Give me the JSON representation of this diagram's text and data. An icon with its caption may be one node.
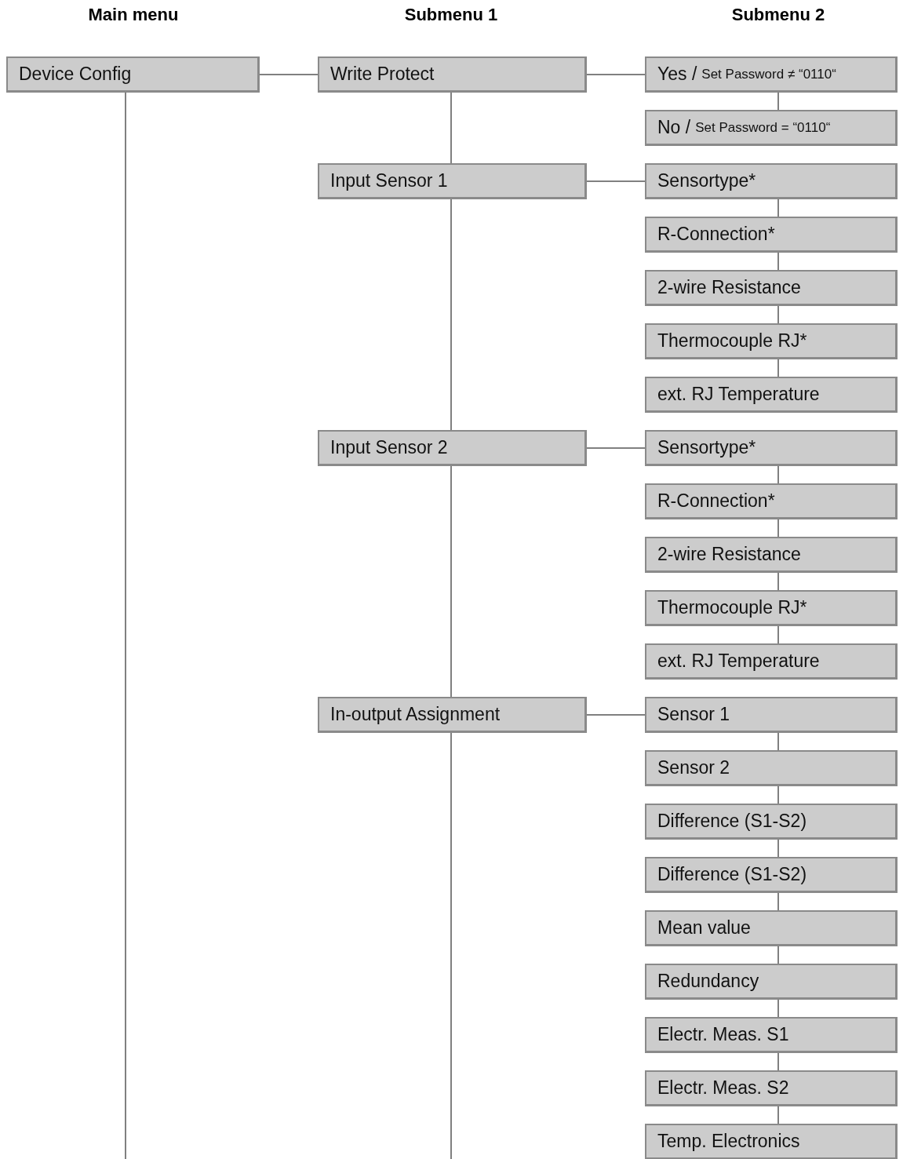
{
  "diagram": {
    "nodes": [
      {
        "text": [
          "Device Config"
        ]
      },
      {
        "text": [
          "Write Protect"
        ]
      },
      {
        "text": [
          "Yes /",
          "Set Password ≠ “0110“"
        ]
      },
      {
        "text": [
          "No /",
          "Set Password = “0110“"
        ]
      },
      {
        "text": [
          "Input Sensor 1"
        ]
      },
      {
        "text": [
          "Sensortype*"
        ]
      },
      {
        "text": [
          "R-Connection*"
        ]
      },
      {
        "text": [
          "2-wire Resistance"
        ]
      },
      {
        "text": [
          "Thermocouple RJ*"
        ]
      },
      {
        "text": [
          "ext. RJ Temperature"
        ]
      },
      {
        "text": [
          "Input Sensor 2"
        ]
      },
      {
        "text": [
          "Sensortype*"
        ]
      },
      {
        "text": [
          "R-Connection*"
        ]
      },
      {
        "text": [
          "2-wire Resistance"
        ]
      },
      {
        "text": [
          "Thermocouple RJ*"
        ]
      },
      {
        "text": [
          "ext. RJ Temperature"
        ]
      },
      {
        "text": [
          "In-output Assignment"
        ]
      },
      {
        "text": [
          "Sensor 1"
        ]
      },
      {
        "text": [
          "Sensor 2"
        ]
      },
      {
        "text": [
          "Difference (S1-S2)"
        ]
      },
      {
        "text": [
          "Difference (S1-S2)"
        ]
      },
      {
        "text": [
          "Mean value"
        ]
      },
      {
        "text": [
          "Redundancy"
        ]
      },
      {
        "text": [
          "Electr. Meas. S1"
        ]
      },
      {
        "text": [
          "Electr. Meas. S2"
        ]
      },
      {
        "text": [
          "Temp. Electronics"
        ]
      }
    ],
    "edges": [
      {
        "from": 0,
        "to": 1,
        "arrow": "none"
      },
      {
        "from": 0,
        "to": null,
        "arrow": "none"
      },
      {
        "from": 1,
        "to": 2,
        "arrow": "none"
      },
      {
        "from": 2,
        "to": 3,
        "arrow": "none"
      },
      {
        "from": 1,
        "to": 4,
        "arrow": "none"
      },
      {
        "from": 4,
        "to": 5,
        "arrow": "none"
      },
      {
        "from": 5,
        "to": 6,
        "arrow": "none"
      },
      {
        "from": 6,
        "to": 7,
        "arrow": "none"
      },
      {
        "from": 7,
        "to": 8,
        "arrow": "none"
      },
      {
        "from": 8,
        "to": 9,
        "arrow": "none"
      },
      {
        "from": 4,
        "to": 10,
        "arrow": "none"
      },
      {
        "from": 10,
        "to": 11,
        "arrow": "none"
      },
      {
        "from": 11,
        "to": 12,
        "arrow": "none"
      },
      {
        "from": 12,
        "to": 13,
        "arrow": "none"
      },
      {
        "from": 13,
        "to": 14,
        "arrow": "none"
      },
      {
        "from": 14,
        "to": 15,
        "arrow": "none"
      },
      {
        "from": 10,
        "to": 16,
        "arrow": "none"
      },
      {
        "from": 16,
        "to": 17,
        "arrow": "none"
      },
      {
        "from": 17,
        "to": 18,
        "arrow": "none"
      },
      {
        "from": 18,
        "to": 19,
        "arrow": "none"
      },
      {
        "from": 19,
        "to": 20,
        "arrow": "none"
      },
      {
        "from": 20,
        "to": 21,
        "arrow": "none"
      },
      {
        "from": 21,
        "to": 22,
        "arrow": "none"
      },
      {
        "from": 22,
        "to": 23,
        "arrow": "none"
      },
      {
        "from": 23,
        "to": 24,
        "arrow": "none"
      },
      {
        "from": 24,
        "to": 25,
        "arrow": "none"
      },
      {
        "from": 16,
        "to": null,
        "arrow": "none"
      }
    ],
    "labels": [
      "Main menu",
      "Submenu 1",
      "Submenu 2"
    ]
  }
}
